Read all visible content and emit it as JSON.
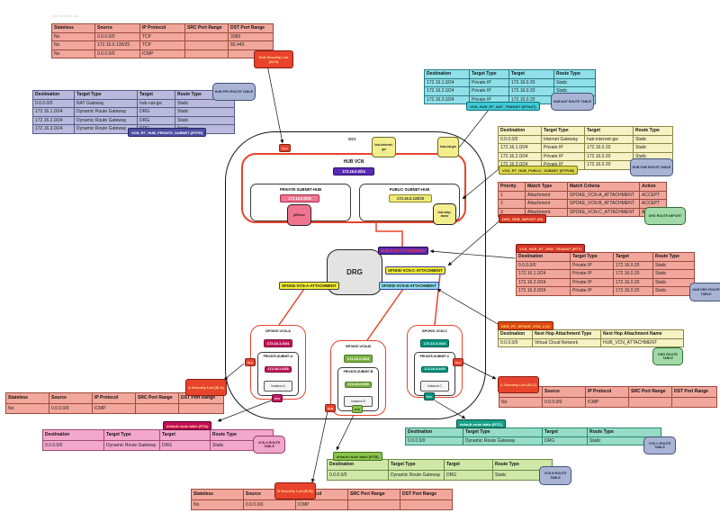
{
  "note": "Hub Security List",
  "diagram": {
    "oci_label": "OCI",
    "hub_vcn_label": "HUB VCN",
    "hub_vcn_cidr": "172.16.0.0/24",
    "internet_gw": "hub-internet-gw",
    "nat_gw": "hub-nat-gw",
    "sl_marker": "SLH",
    "hub_private_subnet": {
      "label": "PRIVATE-SUBNET-HUB",
      "cidr": "172.16.0.0/25",
      "instance": "pfSense"
    },
    "hub_public_subnet": {
      "label": "PUBLIC-SUBNET-HUB",
      "cidr": "172.16.0.128/25",
      "instance": "hub-step-stone"
    },
    "drg_label": "DRG",
    "attachments": {
      "hub": "HUB-VCN-ATTACHMENT",
      "a": "SPOKE-VCN-A-ATTACHMENT",
      "b": "SPOKE-VCN-B-ATTACHMENT",
      "c": "SPOKE-VCN-C-ATTACHMENT"
    },
    "spokes": [
      {
        "label": "SPOKE-VCN-A",
        "cidr": "172.16.1.0/24",
        "subnet_label": "PRIVATE-SUBNET-A",
        "subnet_cidr": "172.16.1.0/25",
        "instance": "Instance A",
        "sl_tag": "SLA",
        "rt_tag": "RTA"
      },
      {
        "label": "SPOKE-VCN-B",
        "cidr": "172.16.2.0/24",
        "subnet_label": "PRIVATE-SUBNET-B",
        "subnet_cidr": "172.16.2.0/25",
        "instance": "Instance B",
        "sl_tag": "SLB",
        "rt_tag": "RTB"
      },
      {
        "label": "SPOKE-VCN-C",
        "cidr": "172.16.3.0/24",
        "subnet_label": "PRIVATE-SUBNET-C",
        "subnet_cidr": "172.16.3.0/25",
        "instance": "Instance C",
        "sl_tag": "SLC",
        "rt_tag": "RTC"
      }
    ]
  },
  "tables": {
    "slh": {
      "badge": "Hub Security List (SLH)",
      "headers": [
        "Stateless",
        "Source",
        "IP Protocol",
        "SRC Port Range",
        "DST Port Range"
      ],
      "rows": [
        [
          "No",
          "0.0.0.0/0",
          "TCP",
          "",
          "3389"
        ],
        [
          "No",
          "172.16.0.128/25",
          "TCP",
          "",
          "80,443"
        ],
        [
          "No",
          "0.0.0.0/0",
          "ICMP",
          "",
          ""
        ]
      ]
    },
    "rtpr": {
      "label": "VCN_RT_HUB_PRIVATE_SUBNET (RTPR)",
      "pill": "HUB PRV ROUTE TABLE",
      "headers": [
        "Destination",
        "Target Type",
        "Target",
        "Route Type"
      ],
      "rows": [
        [
          "0.0.0.0/0",
          "NAT Gateway",
          "hub-nat-gw",
          "Static"
        ],
        [
          "172.16.1.0/24",
          "Dynamic Route Gateway",
          "DRG",
          "Static"
        ],
        [
          "172.16.2.0/24",
          "Dynamic Route Gateway",
          "DRG",
          "Static"
        ],
        [
          "172.16.3.0/24",
          "Dynamic Route Gateway",
          "DRG",
          "Static"
        ]
      ]
    },
    "rtnat": {
      "label": "VCN_HUB_RT_NAT_TRANSIT (RTNAT)",
      "pill": "HUB NAT ROUTE TABLE",
      "headers": [
        "Destination",
        "Target Type",
        "Target",
        "Route Type"
      ],
      "rows": [
        [
          "172.16.1.0/24",
          "Private IP",
          "172.16.0.20",
          "Static"
        ],
        [
          "172.16.2.0/24",
          "Private IP",
          "172.16.0.20",
          "Static"
        ],
        [
          "172.16.3.0/24",
          "Private IP",
          "172.16.0.20",
          "Static"
        ]
      ]
    },
    "rtpub": {
      "label": "VCN_RT_HUB_PUBLIC_SUBNET (RTPUB)",
      "pill": "HUB PUB ROUTE TABLE",
      "headers": [
        "Destination",
        "Target Type",
        "Target",
        "Route Type"
      ],
      "rows": [
        [
          "0.0.0.0/0",
          "Internet Gateway",
          "hub-internet-gw",
          "Static"
        ],
        [
          "172.16.1.0/24",
          "Private IP",
          "172.16.0.20",
          "Static"
        ],
        [
          "172.16.2.0/24",
          "Private IP",
          "172.16.0.20",
          "Static"
        ],
        [
          "172.16.3.0/24",
          "Private IP",
          "172.16.0.20",
          "Static"
        ]
      ]
    },
    "ri": {
      "label": "DRG_RDB_IMPORT (RI)",
      "pill": "DRG ROUTE IMPORT",
      "headers": [
        "Priority",
        "Match Type",
        "Match Criteria",
        "Action"
      ],
      "rows": [
        [
          "1",
          "Attachment",
          "SPOKE_VCN-A_ATTACHMENT",
          "ACCEPT"
        ],
        [
          "2",
          "Attachment",
          "SPOKE_VCN-B_ATTACHMENT",
          "ACCEPT"
        ],
        [
          "3",
          "Attachment",
          "SPOKE_VCN-C_ATTACHMENT",
          "ACCEPT"
        ]
      ]
    },
    "rtt": {
      "label": "VCN_HUB_RT_DRG_TRANSIT (RTT)",
      "pill": "HUB DRG ROUTE TABLE",
      "headers": [
        "Destination",
        "Target Type",
        "Target",
        "Route Type"
      ],
      "rows": [
        [
          "0.0.0.0/0",
          "Private IP",
          "172.16.0.20",
          "Static"
        ],
        [
          "172.16.1.0/24",
          "Private IP",
          "172.16.0.20",
          "Static"
        ],
        [
          "172.16.2.0/24",
          "Private IP",
          "172.16.0.20",
          "Static"
        ],
        [
          "172.16.3.0/24",
          "Private IP",
          "172.16.0.20",
          "Static"
        ]
      ]
    },
    "drgrt": {
      "label": "DRG_RT_SPOKE_VCN_2 (2)",
      "pill": "DRG ROUTE TABLE",
      "headers": [
        "Destination",
        "Next Hop Attachment Type",
        "Next Hop Attachment Name"
      ],
      "rows": [
        [
          "0.0.0.0/0",
          "Virtual Cloud Network",
          "HUB_VCN_ATTACHMENT"
        ]
      ]
    },
    "sla": {
      "badge": "A Security List (SLA)",
      "headers": [
        "Stateless",
        "Source",
        "IP Protocol",
        "SRC Port Range",
        "DST Port Range"
      ],
      "rows": [
        [
          "No",
          "0.0.0.0/0",
          "ICMP",
          "",
          ""
        ]
      ]
    },
    "rta": {
      "label": "default route table (RTA)",
      "pill": "VCN A ROUTE TABLE",
      "headers": [
        "Destination",
        "Target Type",
        "Target",
        "Route Type"
      ],
      "rows": [
        [
          "0.0.0.0/0",
          "Dynamic Route Gateway",
          "DRG",
          "Static"
        ]
      ]
    },
    "slb": {
      "badge": "B Security List (SLB)",
      "headers": [
        "Stateless",
        "Source",
        "IP Protocol",
        "SRC Port Range",
        "DST Port Range"
      ],
      "rows": [
        [
          "No",
          "0.0.0.0/0",
          "ICMP",
          "",
          ""
        ]
      ]
    },
    "rtb": {
      "label": "default route table (RTB)",
      "pill": "VCN B ROUTE TABLE",
      "headers": [
        "Destination",
        "Target Type",
        "Target",
        "Route Type"
      ],
      "rows": [
        [
          "0.0.0.0/0",
          "Dynamic Route Gateway",
          "DRG",
          "Static"
        ]
      ]
    },
    "slc": {
      "badge": "C Security List (SLC)",
      "headers": [
        "Stateless",
        "Source",
        "IP Protocol",
        "SRC Port Range",
        "DST Port Range"
      ],
      "rows": [
        [
          "No",
          "0.0.0.0/0",
          "ICMP",
          "",
          ""
        ]
      ]
    },
    "rtc": {
      "label": "default route table (RTC)",
      "pill": "VCN C ROUTE TABLE",
      "headers": [
        "Destination",
        "Target Type",
        "Target",
        "Route Type"
      ],
      "rows": [
        [
          "0.0.0.0/0",
          "Dynamic Route Gateway",
          "DRG",
          "Static"
        ]
      ]
    }
  },
  "colors": {
    "salmon_table": "#f2a79c",
    "purple_table": "#babade",
    "cyan_table": "#8fe0e8",
    "yellow_table": "#f6f2c3",
    "pink_table": "#f2a8cc",
    "green_table": "#cfe8a8",
    "teal_table": "#96dcc6",
    "red_badge": "#e8432d",
    "hub_border": "#e8442c",
    "indigo_badge": "#4c4fa2",
    "purple_cidr": "#5b2ab5",
    "crimson": "#c2185b",
    "green": "#7cb342",
    "teal": "#00937d"
  }
}
